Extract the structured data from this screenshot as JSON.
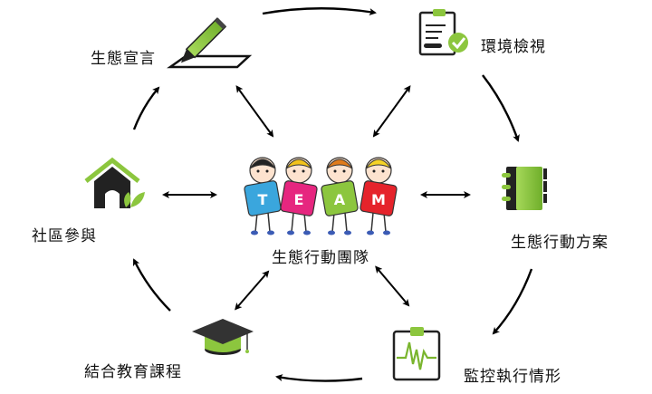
{
  "center": {
    "label": "生態行動團隊",
    "puzzle_letters": [
      "T",
      "E",
      "A",
      "M"
    ],
    "puzzle_colors": [
      "#3aa6dd",
      "#e6267f",
      "#8cc63e",
      "#e5232b"
    ]
  },
  "nodes": [
    {
      "id": "declaration",
      "label": "生態宣言",
      "icon": "pencil-paper-icon"
    },
    {
      "id": "env_review",
      "label": "環境檢視",
      "icon": "clipboard-check-icon"
    },
    {
      "id": "action_plan",
      "label": "生態行動方案",
      "icon": "notebook-icon"
    },
    {
      "id": "monitoring",
      "label": "監控執行情形",
      "icon": "clipboard-heartbeat-icon"
    },
    {
      "id": "curriculum",
      "label": "結合教育課程",
      "icon": "graduation-cap-icon"
    },
    {
      "id": "community",
      "label": "社區參與",
      "icon": "house-leaf-icon"
    }
  ],
  "cycle_order": [
    "declaration",
    "env_review",
    "action_plan",
    "monitoring",
    "curriculum",
    "community"
  ],
  "colors": {
    "accent": "#8cc63e",
    "dark": "#222222",
    "arrow": "#000000"
  }
}
